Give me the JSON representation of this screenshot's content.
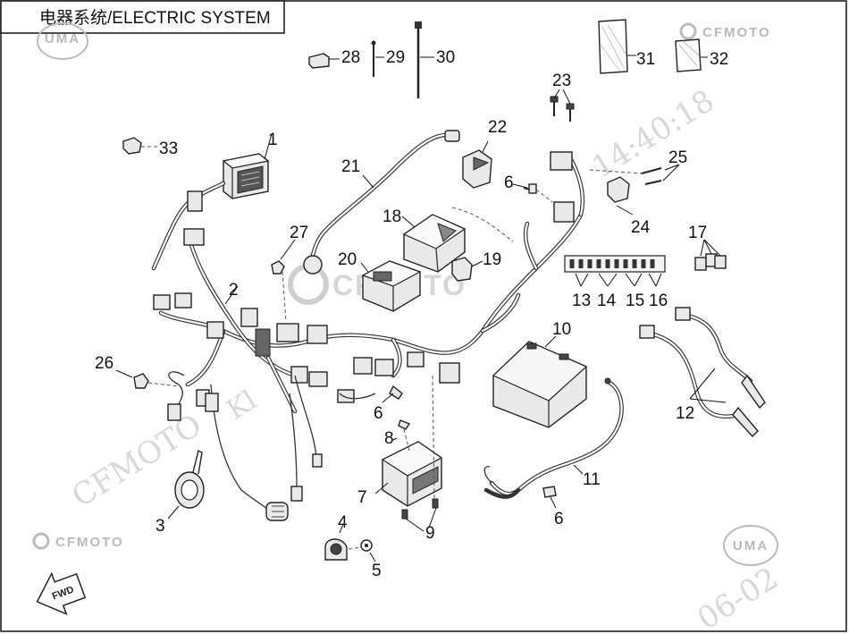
{
  "title": "电器系统/ELECTRIC SYSTEM",
  "brand": {
    "cfmoto": "CFMOTO",
    "uma": "UMA"
  },
  "watermarks": {
    "timestamp": "14:40:18",
    "date": "06-02",
    "cf": "CFMOTO",
    "k": "Kl"
  },
  "front_arrow": "FWD",
  "labels": [
    {
      "id": "1",
      "text": "1"
    },
    {
      "id": "2",
      "text": "2"
    },
    {
      "id": "3",
      "text": "3"
    },
    {
      "id": "4",
      "text": "4"
    },
    {
      "id": "5",
      "text": "5"
    },
    {
      "id": "6a",
      "text": "6"
    },
    {
      "id": "6b",
      "text": "6"
    },
    {
      "id": "6c",
      "text": "6"
    },
    {
      "id": "7",
      "text": "7"
    },
    {
      "id": "8",
      "text": "8"
    },
    {
      "id": "9",
      "text": "9"
    },
    {
      "id": "10",
      "text": "10"
    },
    {
      "id": "11",
      "text": "11"
    },
    {
      "id": "12",
      "text": "12"
    },
    {
      "id": "13",
      "text": "13"
    },
    {
      "id": "14",
      "text": "14"
    },
    {
      "id": "15",
      "text": "15"
    },
    {
      "id": "16",
      "text": "16"
    },
    {
      "id": "17",
      "text": "17"
    },
    {
      "id": "18",
      "text": "18"
    },
    {
      "id": "19",
      "text": "19"
    },
    {
      "id": "20",
      "text": "20"
    },
    {
      "id": "21",
      "text": "21"
    },
    {
      "id": "22",
      "text": "22"
    },
    {
      "id": "23",
      "text": "23"
    },
    {
      "id": "24",
      "text": "24"
    },
    {
      "id": "25",
      "text": "25"
    },
    {
      "id": "26",
      "text": "26"
    },
    {
      "id": "27",
      "text": "27"
    },
    {
      "id": "28",
      "text": "28"
    },
    {
      "id": "29",
      "text": "29"
    },
    {
      "id": "30",
      "text": "30"
    },
    {
      "id": "31",
      "text": "31"
    },
    {
      "id": "32",
      "text": "32"
    },
    {
      "id": "33",
      "text": "33"
    }
  ]
}
